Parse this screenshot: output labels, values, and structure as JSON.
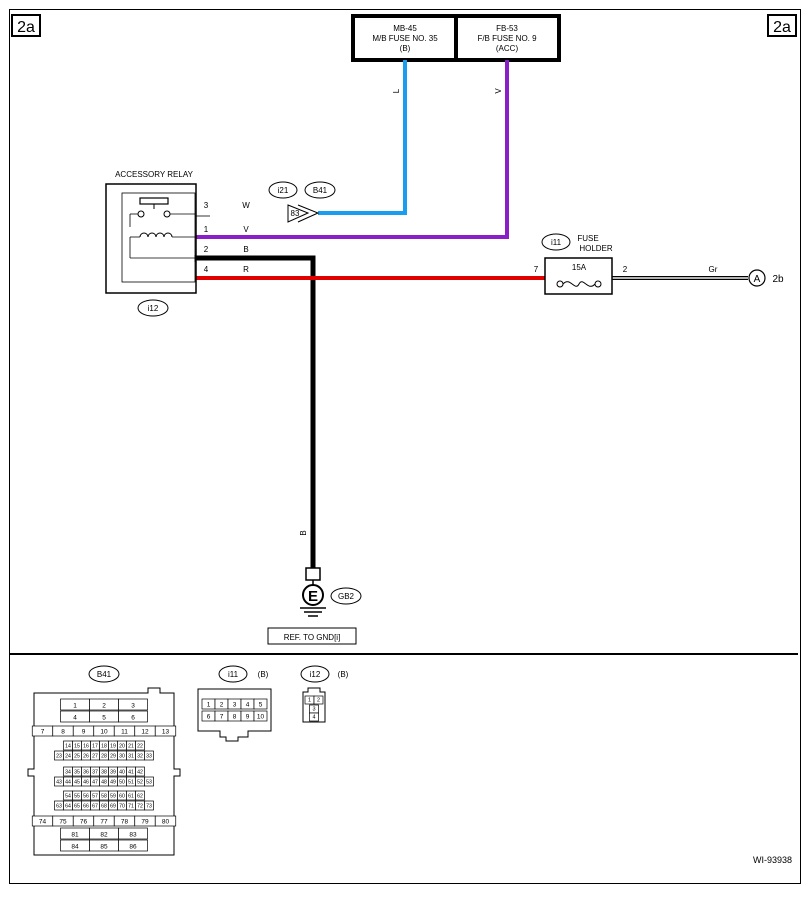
{
  "page_tag_left": "2a",
  "page_tag_right": "2a",
  "fuse_boxes": [
    {
      "line1": "MB-45",
      "line2": "M/B FUSE NO. 35",
      "line3": "(B)"
    },
    {
      "line1": "FB-53",
      "line2": "F/B FUSE NO. 9",
      "line3": "(ACC)"
    }
  ],
  "relay": {
    "title": "ACCESSORY RELAY",
    "connector": "i12",
    "pins": [
      {
        "pin": "3",
        "color": "W"
      },
      {
        "pin": "1",
        "color": "V"
      },
      {
        "pin": "2",
        "color": "B"
      },
      {
        "pin": "4",
        "color": "R"
      }
    ]
  },
  "wires": {
    "blue_label": "L",
    "violet_label": "V",
    "ground_label": "B",
    "gray_label": "Gr",
    "colors": {
      "blue": "#1a9cf0",
      "violet": "#8a1fc8",
      "red": "#e00000",
      "black": "#000000",
      "gray": "#b4b4b4"
    }
  },
  "connector_i21": {
    "label": "i21",
    "mate": "B41",
    "pin": "83"
  },
  "fuse_holder": {
    "connector": "i11",
    "title_line1": "FUSE",
    "title_line2": "HOLDER",
    "rating": "15A",
    "pin_in": "7",
    "pin_out": "2"
  },
  "ref_point": {
    "letter": "A",
    "page": "2b"
  },
  "ground": {
    "symbol": "E",
    "label": "GB2",
    "ref": "REF. TO GND[i]"
  },
  "connectors_legend": {
    "b41": {
      "name": "B41",
      "rows": [
        [
          "1",
          "2",
          "3"
        ],
        [
          "4",
          "5",
          "6"
        ],
        [
          "7",
          "8",
          "9",
          "10",
          "11",
          "12",
          "13"
        ],
        [
          "14",
          "15",
          "16",
          "17",
          "18",
          "19",
          "20",
          "21",
          "22"
        ],
        [
          "23",
          "24",
          "25",
          "26",
          "27",
          "28",
          "29",
          "30",
          "31",
          "32",
          "33"
        ],
        [
          "34",
          "35",
          "36",
          "37",
          "38",
          "39",
          "40",
          "41",
          "42"
        ],
        [
          "43",
          "44",
          "45",
          "46",
          "47",
          "48",
          "49",
          "50",
          "51",
          "52",
          "53"
        ],
        [
          "54",
          "55",
          "56",
          "57",
          "58",
          "59",
          "60",
          "61",
          "62"
        ],
        [
          "63",
          "64",
          "65",
          "66",
          "67",
          "68",
          "69",
          "70",
          "71",
          "72",
          "73"
        ],
        [
          "74",
          "75",
          "76",
          "77",
          "78",
          "79",
          "80"
        ],
        [
          "81",
          "82",
          "83"
        ],
        [
          "84",
          "85",
          "86"
        ]
      ]
    },
    "i11": {
      "name": "i11",
      "type": "(B)",
      "rows": [
        [
          "1",
          "2",
          "3",
          "4",
          "5"
        ],
        [
          "6",
          "7",
          "8",
          "9",
          "10"
        ]
      ]
    },
    "i12": {
      "name": "i12",
      "type": "(B)",
      "rows": [
        [
          "1",
          "2"
        ],
        [
          "3"
        ],
        [
          "4"
        ]
      ]
    }
  },
  "figure_id": "WI-93938"
}
